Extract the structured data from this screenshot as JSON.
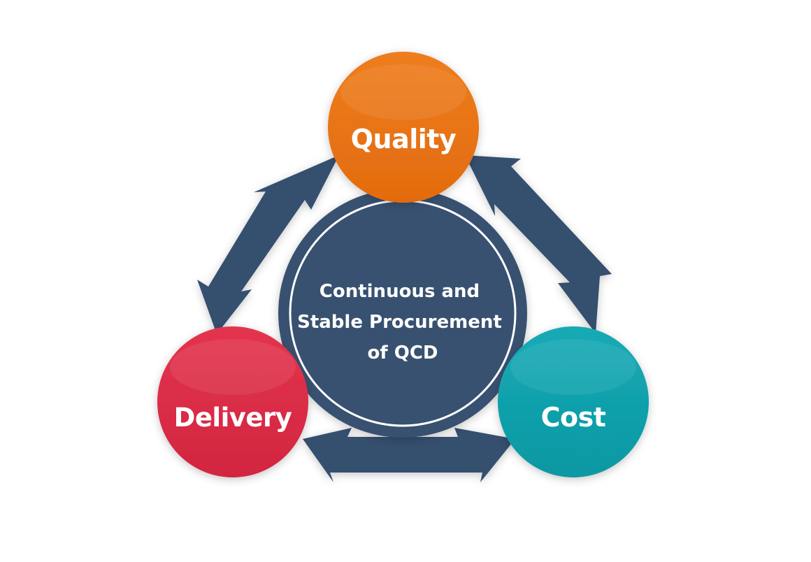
{
  "diagram": {
    "center": {
      "lines": [
        "Continuous and",
        "Stable Procurement",
        "of QCD"
      ],
      "fill": "#385170",
      "ring": "#ffffff"
    },
    "nodes": [
      {
        "id": "quality",
        "label": "Quality",
        "color": "#ee7d1e",
        "dark": "#e36b0e"
      },
      {
        "id": "delivery",
        "label": "Delivery",
        "color": "#e3344e",
        "dark": "#d22640"
      },
      {
        "id": "cost",
        "label": "Cost",
        "color": "#15aab5",
        "dark": "#0d98a3"
      }
    ],
    "arrow_color": "#34506e"
  }
}
